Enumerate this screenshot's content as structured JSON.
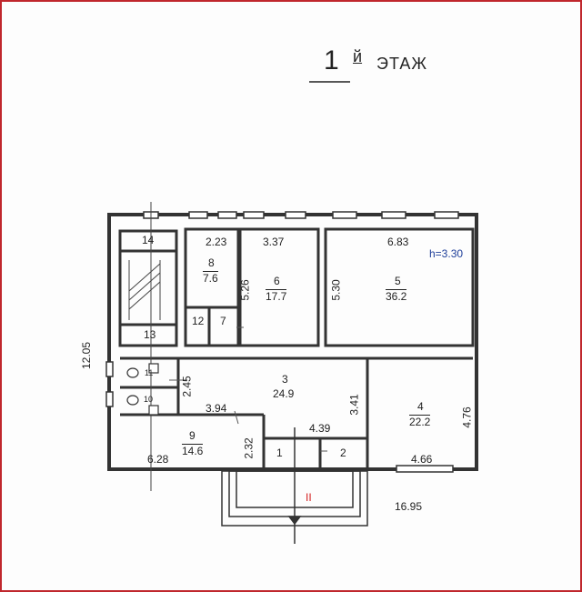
{
  "title": {
    "floor_number": "1",
    "suffix": "й",
    "word": "ЭТАЖ"
  },
  "ceiling_height": "h=3.30",
  "overall_dims": {
    "width": "16.95",
    "height": "12.05"
  },
  "entrance_label": "II",
  "rooms": [
    {
      "num": "1",
      "area": ""
    },
    {
      "num": "2",
      "area": ""
    },
    {
      "num": "3",
      "area": "24.9"
    },
    {
      "num": "4",
      "area": "22.2"
    },
    {
      "num": "5",
      "area": "36.2"
    },
    {
      "num": "6",
      "area": "17.7"
    },
    {
      "num": "7",
      "area": ""
    },
    {
      "num": "8",
      "area": "7.6"
    },
    {
      "num": "9",
      "area": "14.6"
    },
    {
      "num": "10",
      "area": ""
    },
    {
      "num": "11",
      "area": ""
    },
    {
      "num": "12",
      "area": ""
    },
    {
      "num": "13",
      "area": ""
    },
    {
      "num": "14",
      "area": ""
    }
  ],
  "dimensions": [
    "2.23",
    "3.37",
    "6.83",
    "5.26",
    "5.30",
    "2.45",
    "3.94",
    "3.41",
    "4.76",
    "4.39",
    "2.32",
    "6.28",
    "4.66"
  ],
  "colors": {
    "frame": "#c0272d",
    "height_label": "#1f3f9a",
    "entrance": "#d42020",
    "ink": "#222222"
  }
}
